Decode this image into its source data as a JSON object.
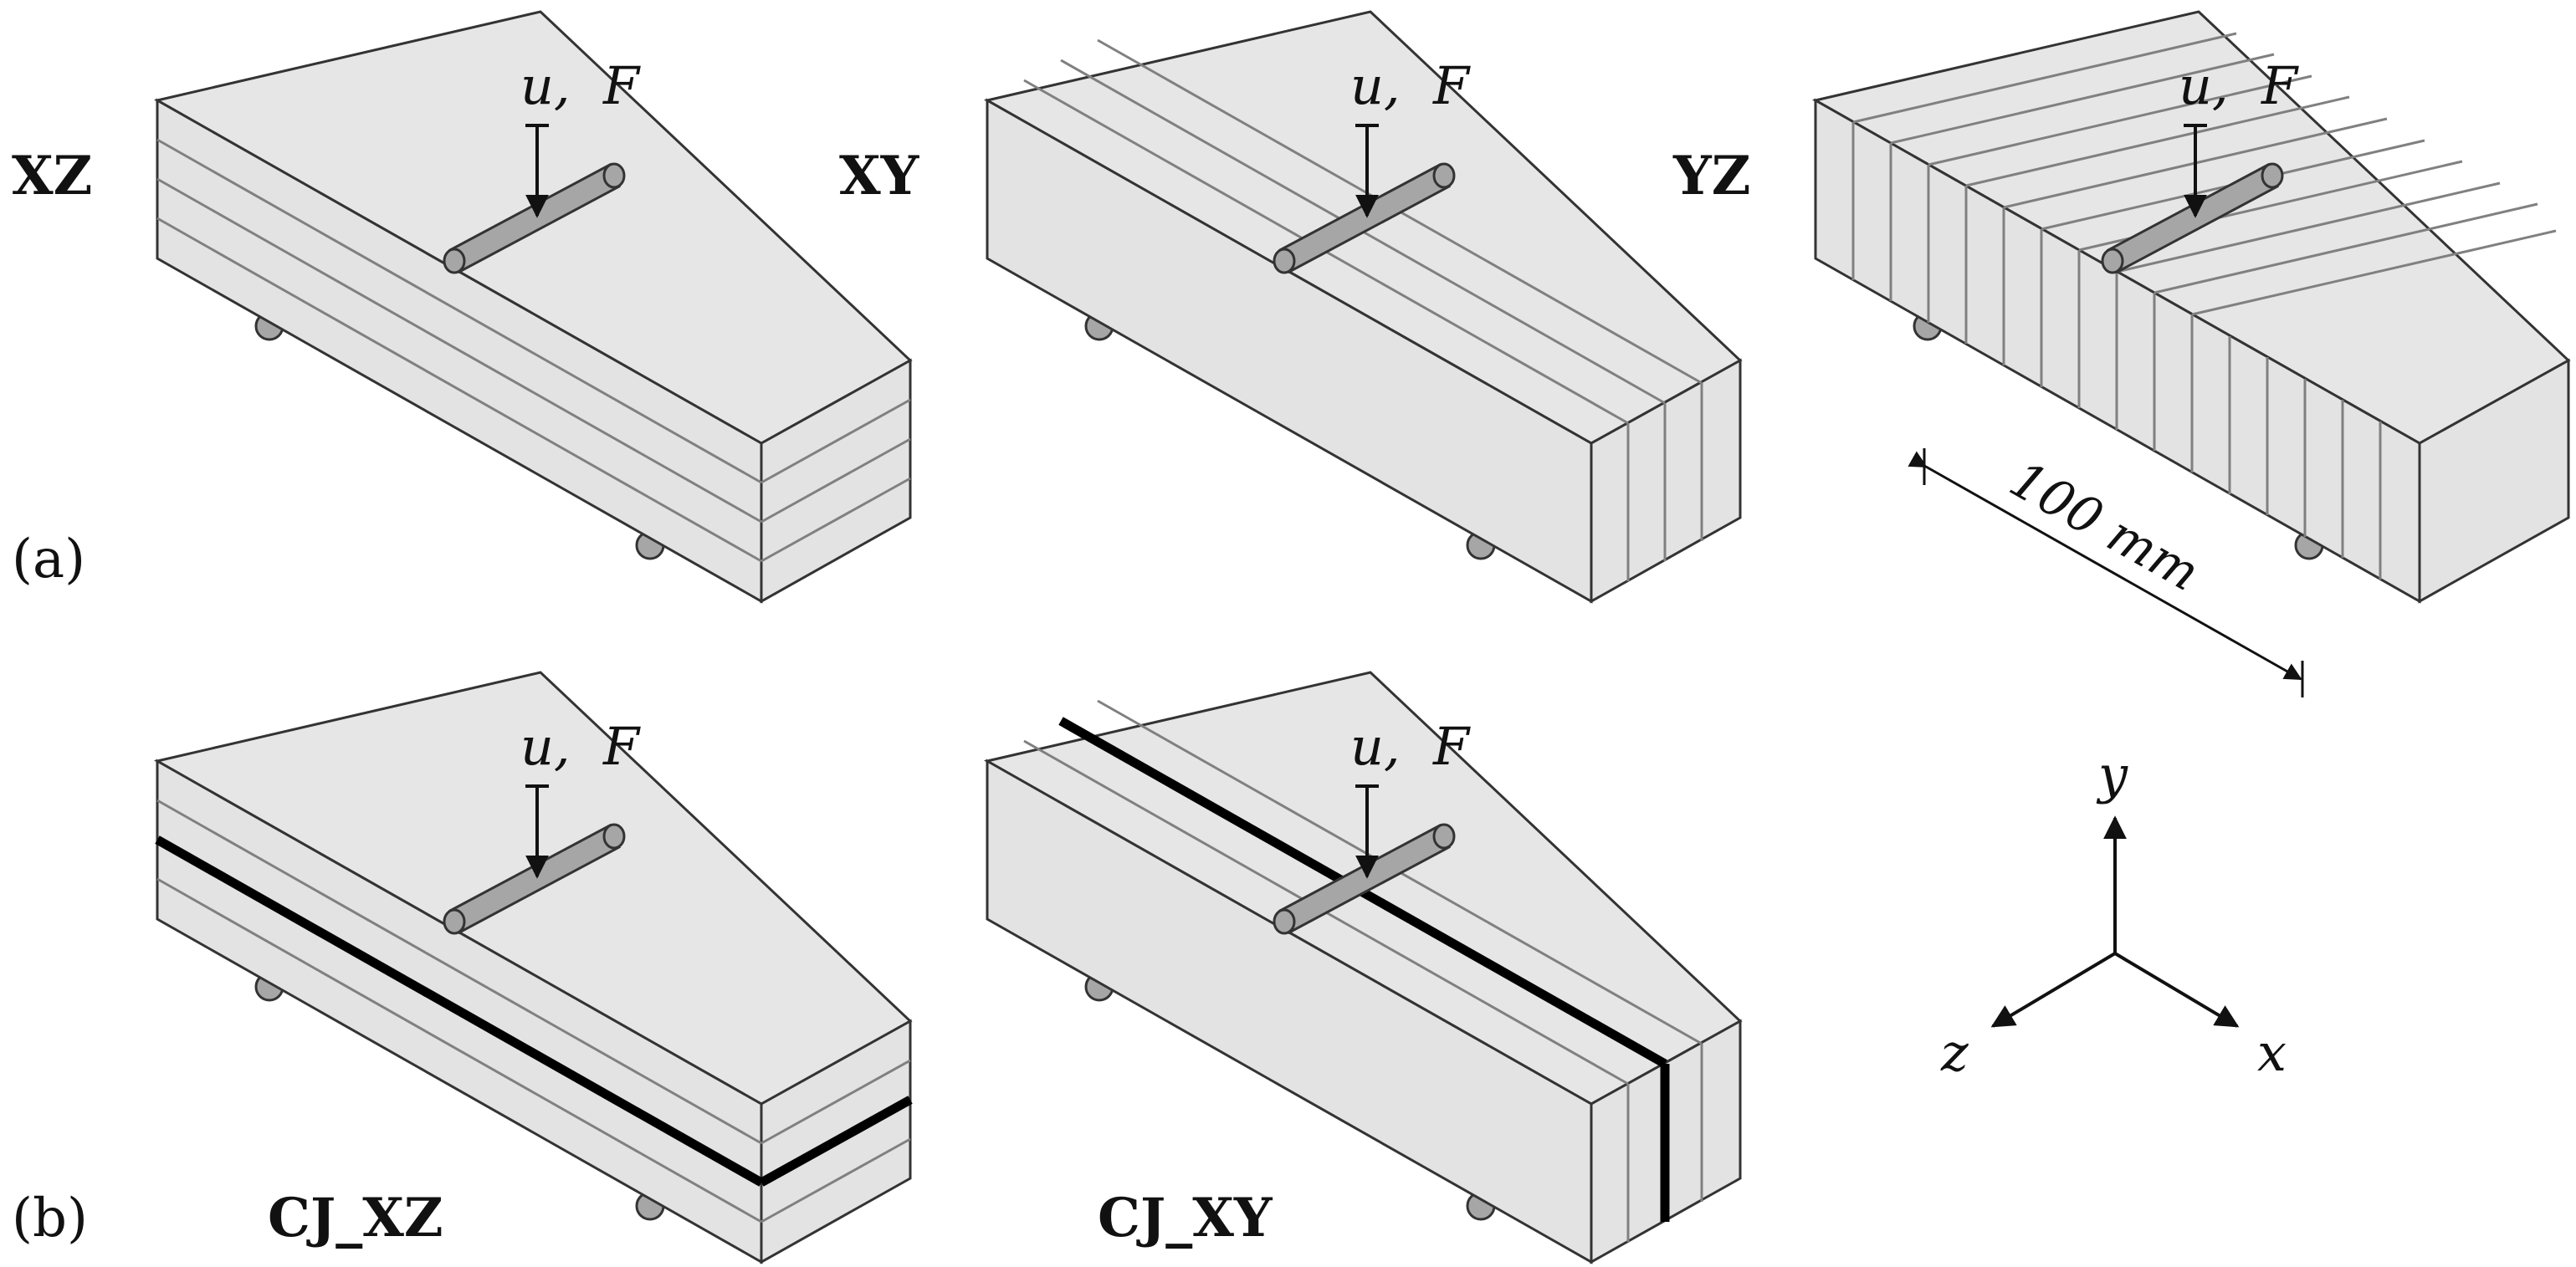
{
  "panels": {
    "a": {
      "tag": "(a)",
      "specimens": [
        {
          "name": "XZ",
          "load_label": "u,  F"
        },
        {
          "name": "XY",
          "load_label": "u,  F"
        },
        {
          "name": "YZ",
          "load_label": "u,  F"
        }
      ],
      "dimension": "100 mm"
    },
    "b": {
      "tag": "(b)",
      "specimens": [
        {
          "name": "CJ_XZ",
          "load_label": "u,  F"
        },
        {
          "name": "CJ_XY",
          "load_label": "u,  F"
        }
      ]
    }
  },
  "axes": {
    "x": "x",
    "y": "y",
    "z": "z"
  },
  "colors": {
    "top_face": "#e6e6e6",
    "side_face": "#e3e3e3",
    "edge": "#333333",
    "layer_line": "#808080",
    "cold_joint": "#000000",
    "roller": "#a6a6a6"
  }
}
